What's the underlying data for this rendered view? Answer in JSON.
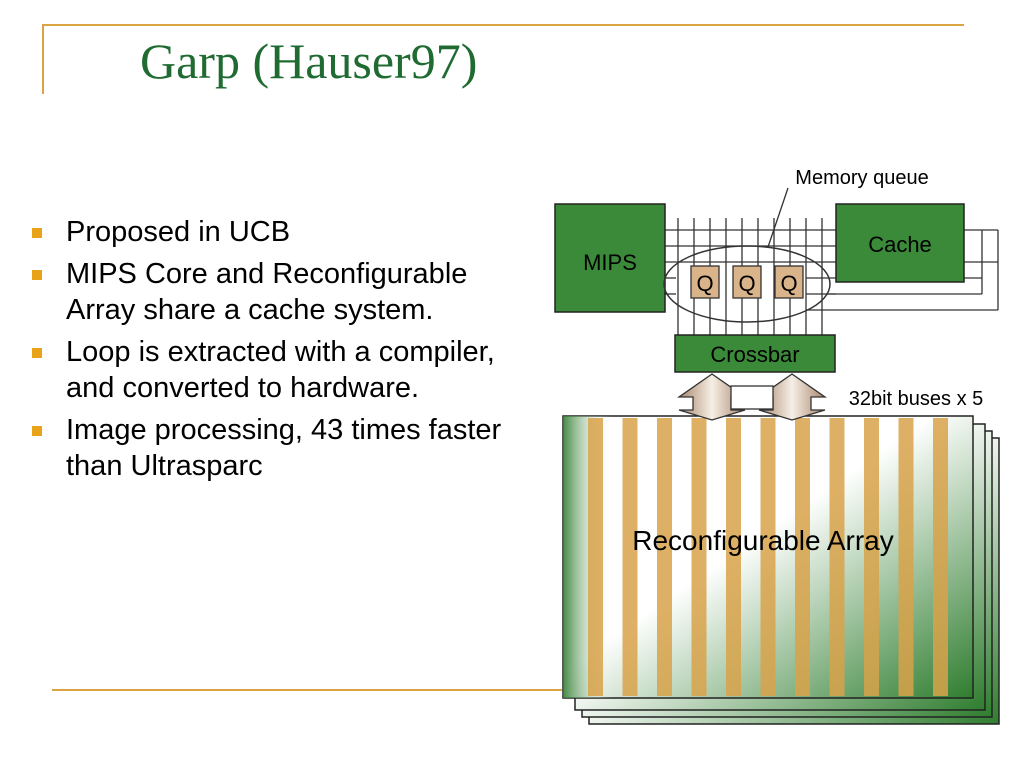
{
  "slide": {
    "title": "Garp (Hauser97)",
    "bullets": [
      "Proposed in UCB",
      "MIPS Core and Reconfigurable Array  share a cache system.",
      "Loop is extracted with a compiler, and converted to hardware.",
      "Image processing, 43 times faster than Ultrasparc"
    ]
  },
  "diagram": {
    "mips_label": "MIPS",
    "cache_label": "Cache",
    "queue_callout": "Memory queue",
    "queue_labels": [
      "Q",
      "Q",
      "Q"
    ],
    "crossbar_label": "Crossbar",
    "bus_label": "32bit buses x 5",
    "array_label": "Reconfigurable Array"
  },
  "colors": {
    "title": "#1f6b32",
    "accent_rule": "#d9a441",
    "bullet_marker": "#e8a319",
    "block_green": "#3a8a3a",
    "queue_fill": "#d9b48a",
    "array_stripe": "#d8a24a"
  }
}
